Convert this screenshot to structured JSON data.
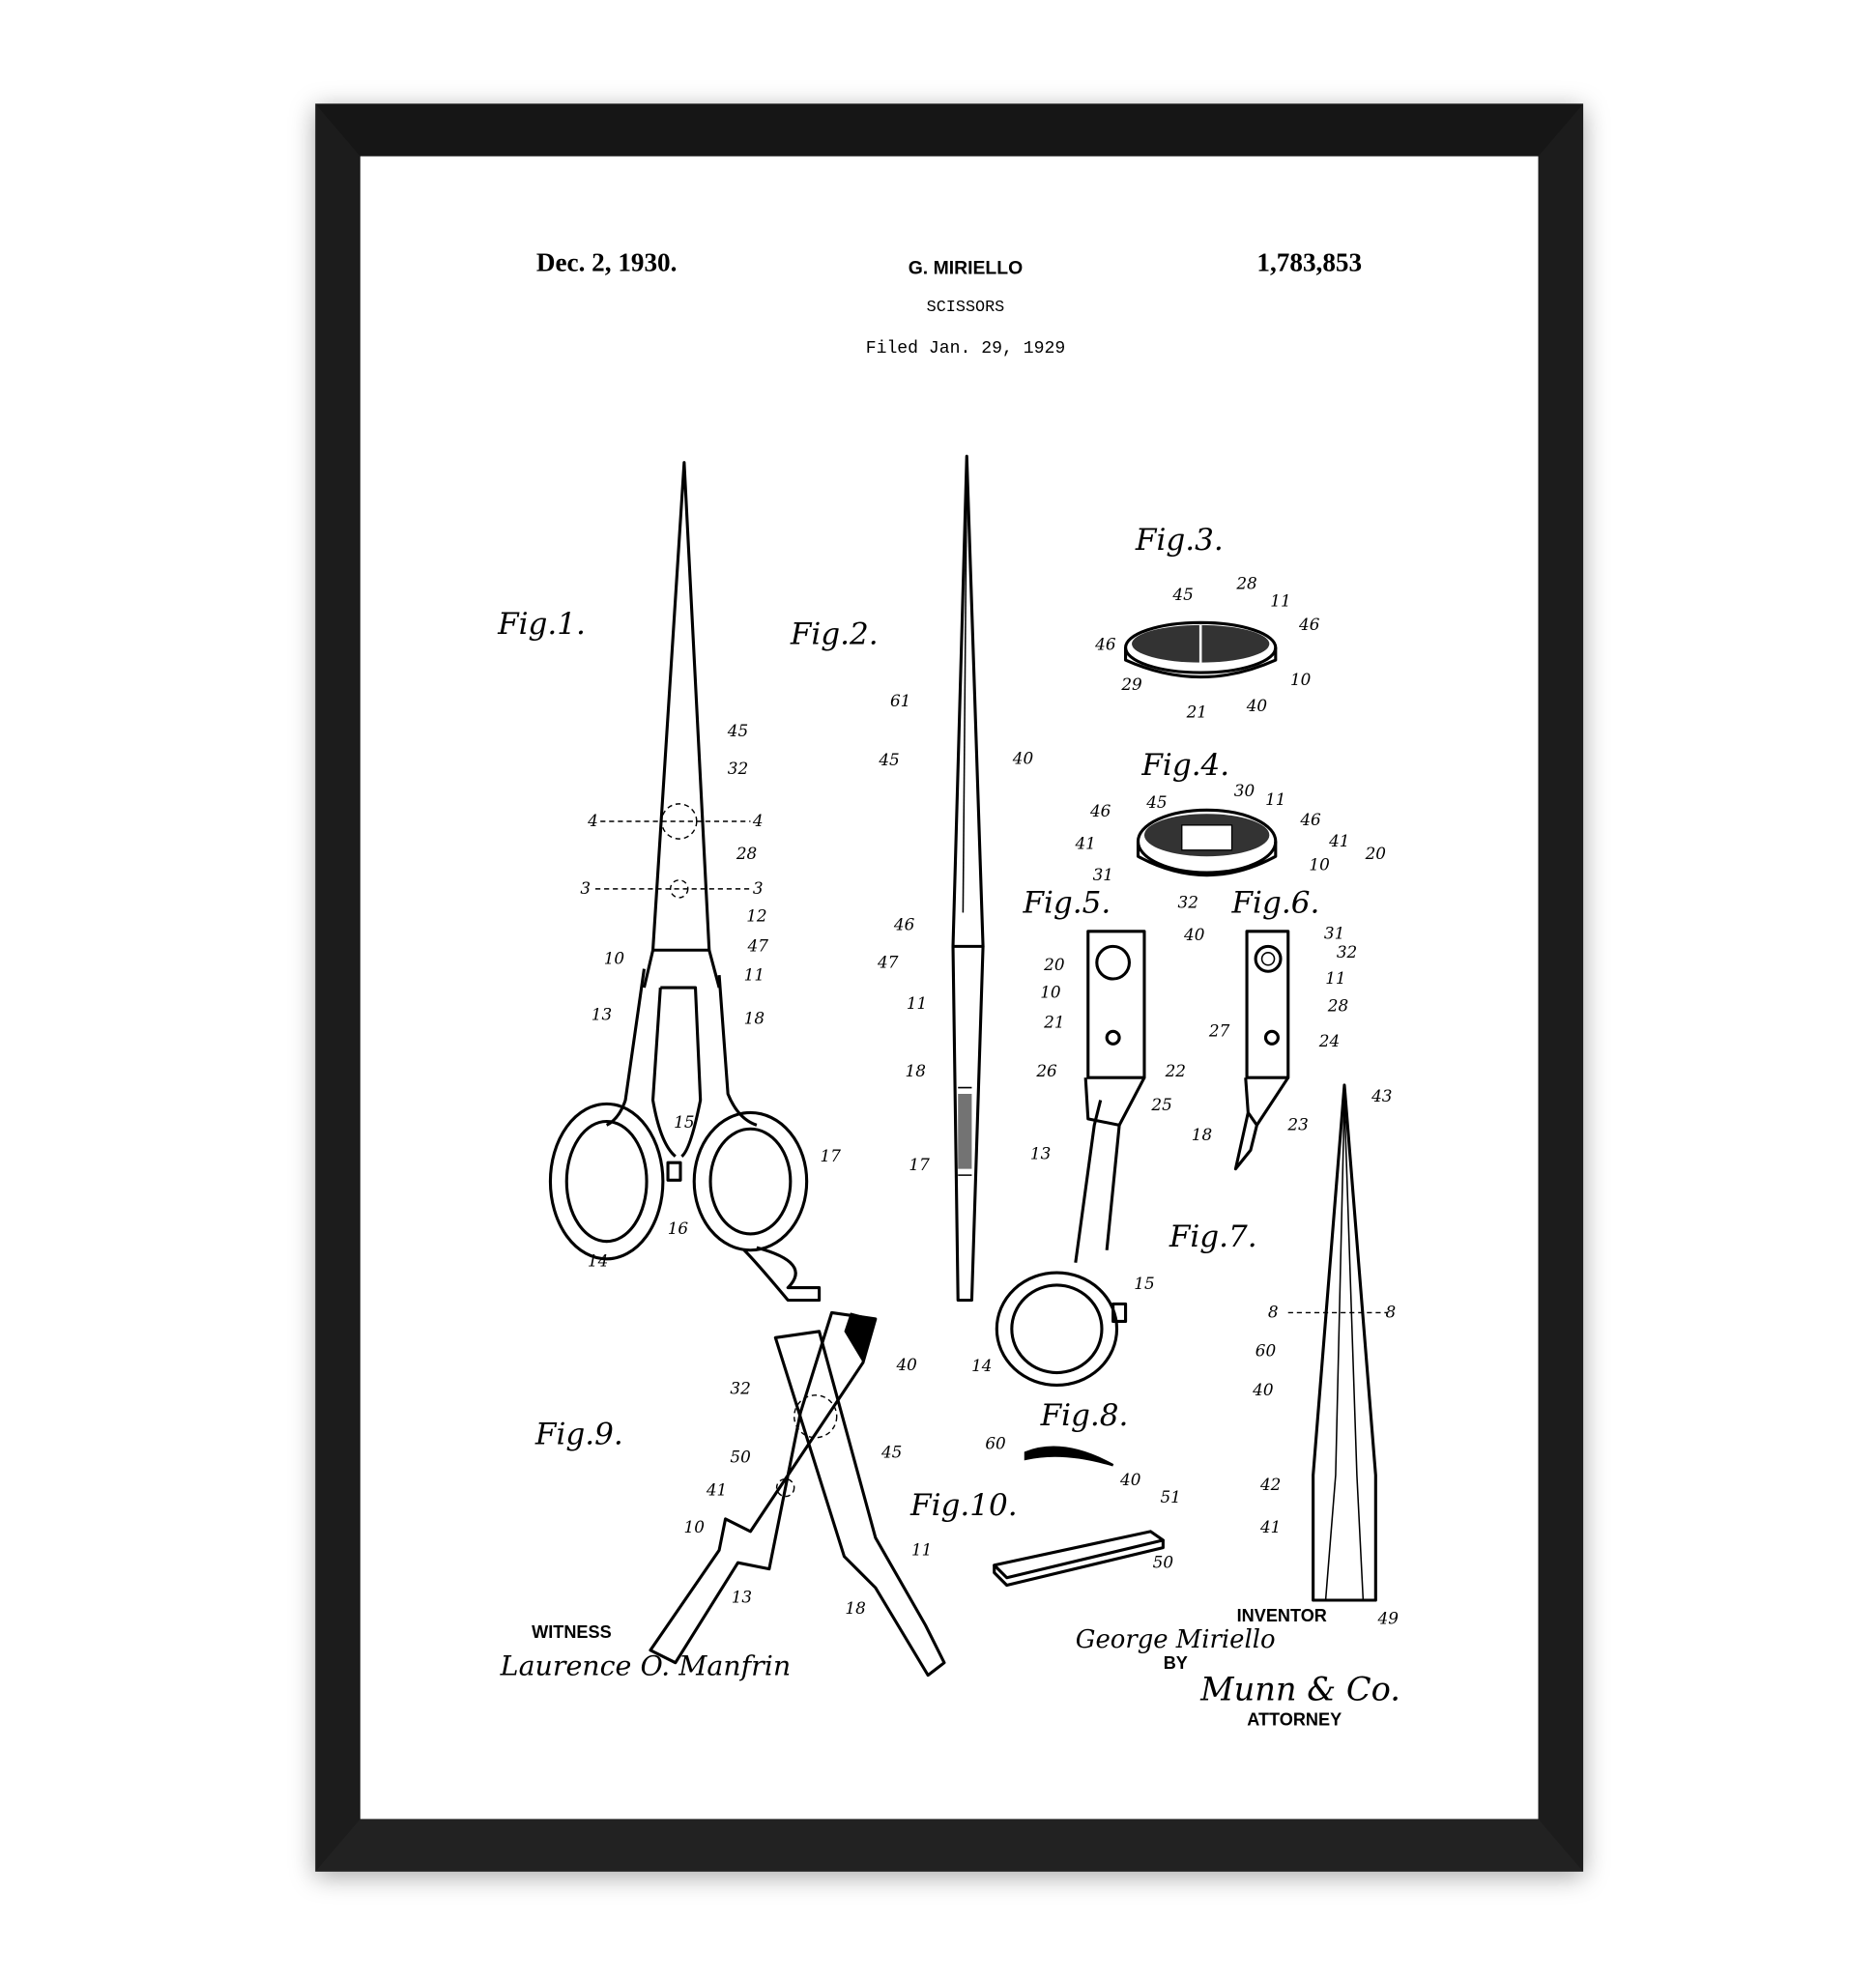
{
  "header": {
    "date": "Dec. 2, 1930.",
    "inventor_name": "G. MIRIELLO",
    "patent_number": "1,783,853",
    "title": "SCISSORS",
    "filed": "Filed Jan. 29, 1929"
  },
  "figures": [
    "Fig.1.",
    "Fig.2.",
    "Fig.3.",
    "Fig.4.",
    "Fig.5.",
    "Fig.6.",
    "Fig.7.",
    "Fig.8.",
    "Fig.9.",
    "Fig.10."
  ],
  "numerals": {
    "fig1": [
      "45",
      "32",
      "4",
      "4",
      "28",
      "3",
      "3",
      "12",
      "47",
      "10",
      "11",
      "13",
      "18",
      "15",
      "17",
      "16",
      "14"
    ],
    "fig2": [
      "61",
      "45",
      "40",
      "46",
      "47",
      "11",
      "18",
      "17"
    ],
    "fig3": [
      "45",
      "28",
      "11",
      "46",
      "46",
      "29",
      "10",
      "21",
      "40"
    ],
    "fig4": [
      "30",
      "11",
      "45",
      "46",
      "46",
      "41",
      "41",
      "20",
      "31",
      "10",
      "32",
      "40"
    ],
    "fig5": [
      "20",
      "10",
      "21",
      "26",
      "22",
      "25",
      "13",
      "15",
      "14"
    ],
    "fig6": [
      "31",
      "32",
      "11",
      "28",
      "27",
      "24",
      "23",
      "18"
    ],
    "fig7": [
      "43",
      "8",
      "8",
      "60",
      "40",
      "42",
      "41",
      "49"
    ],
    "fig8": [
      "60",
      "40"
    ],
    "fig9": [
      "40",
      "32",
      "50",
      "45",
      "41",
      "10",
      "11",
      "13",
      "18"
    ],
    "fig10": [
      "51",
      "50"
    ]
  },
  "footer": {
    "witness_label": "WITNESS",
    "witness_signature": "Laurence O. Manfrin",
    "inventor_label": "INVENTOR",
    "inventor_signature": "George Miriello",
    "by_label": "BY",
    "attorney_signature": "Munn & Co.",
    "attorney_label": "ATTORNEY"
  },
  "colors": {
    "frame": "#1c1c1c",
    "paper": "#ffffff",
    "ink": "#000000"
  }
}
